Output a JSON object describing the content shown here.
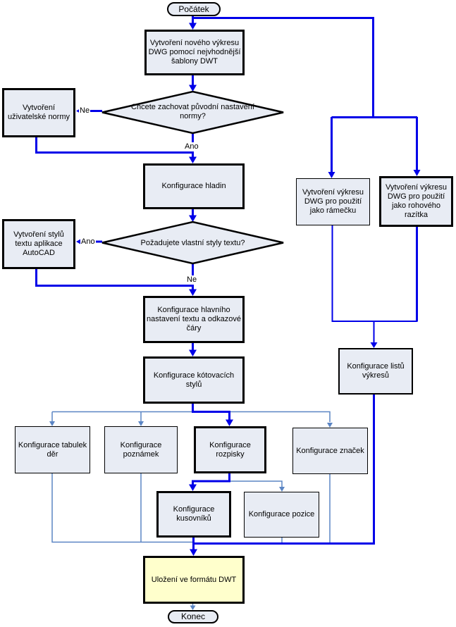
{
  "diagram": {
    "type": "flowchart",
    "language": "cs",
    "nodes": {
      "start": {
        "label": "Počátek",
        "shape": "terminator"
      },
      "create_new": {
        "label": "Vytvoření nového výkresu DWG pomocí nejvhodnější šablony DWT",
        "shape": "process"
      },
      "decision_norm": {
        "label": "Chcete zachovat původní nastavení normy?",
        "shape": "decision"
      },
      "user_norm": {
        "label": "Vytvoření uživatelské normy",
        "shape": "process"
      },
      "layers": {
        "label": "Konfigurace hladin",
        "shape": "process"
      },
      "decision_text": {
        "label": "Požadujete vlastní styly textu?",
        "shape": "decision"
      },
      "acad_styles": {
        "label": "Vytvoření stylů textu aplikace AutoCAD",
        "shape": "process"
      },
      "main_text": {
        "label": "Konfigurace hlavního nastavení textu a odkazové čáry",
        "shape": "process"
      },
      "dim_styles": {
        "label": "Konfigurace kótovacích stylů",
        "shape": "process"
      },
      "hole_tables": {
        "label": "Konfigurace tabulek děr",
        "shape": "process"
      },
      "notes": {
        "label": "Konfigurace poznámek",
        "shape": "process"
      },
      "title_block": {
        "label": "Konfigurace rozpisky",
        "shape": "process"
      },
      "symbols": {
        "label": "Konfigurace značek",
        "shape": "process"
      },
      "parts_lists": {
        "label": "Konfigurace kusovníků",
        "shape": "process"
      },
      "balloons": {
        "label": "Konfigurace pozice",
        "shape": "process"
      },
      "border_dwg": {
        "label": "Vytvoření výkresu DWG pro použití jako rámečku",
        "shape": "process"
      },
      "stamp_dwg": {
        "label": "Vytvoření výkresu DWG pro použití jako rohového razítka",
        "shape": "process"
      },
      "sheets": {
        "label": "Konfigurace listů výkresů",
        "shape": "process"
      },
      "save_dwt": {
        "label": "Uložení ve formátu DWT",
        "shape": "process"
      },
      "end": {
        "label": "Konec",
        "shape": "terminator"
      }
    },
    "edge_labels": {
      "decision_norm_no": "Ne",
      "decision_norm_yes": "Ano",
      "decision_text_yes": "Ano",
      "decision_text_no": "Ne"
    },
    "colors": {
      "node_fill": "#e8ecf4",
      "save_fill": "#ffffcc",
      "main_arrow": "#0000e8",
      "secondary_line": "#5b85c4",
      "node_border": "#000000",
      "background": "#ffffff"
    }
  }
}
